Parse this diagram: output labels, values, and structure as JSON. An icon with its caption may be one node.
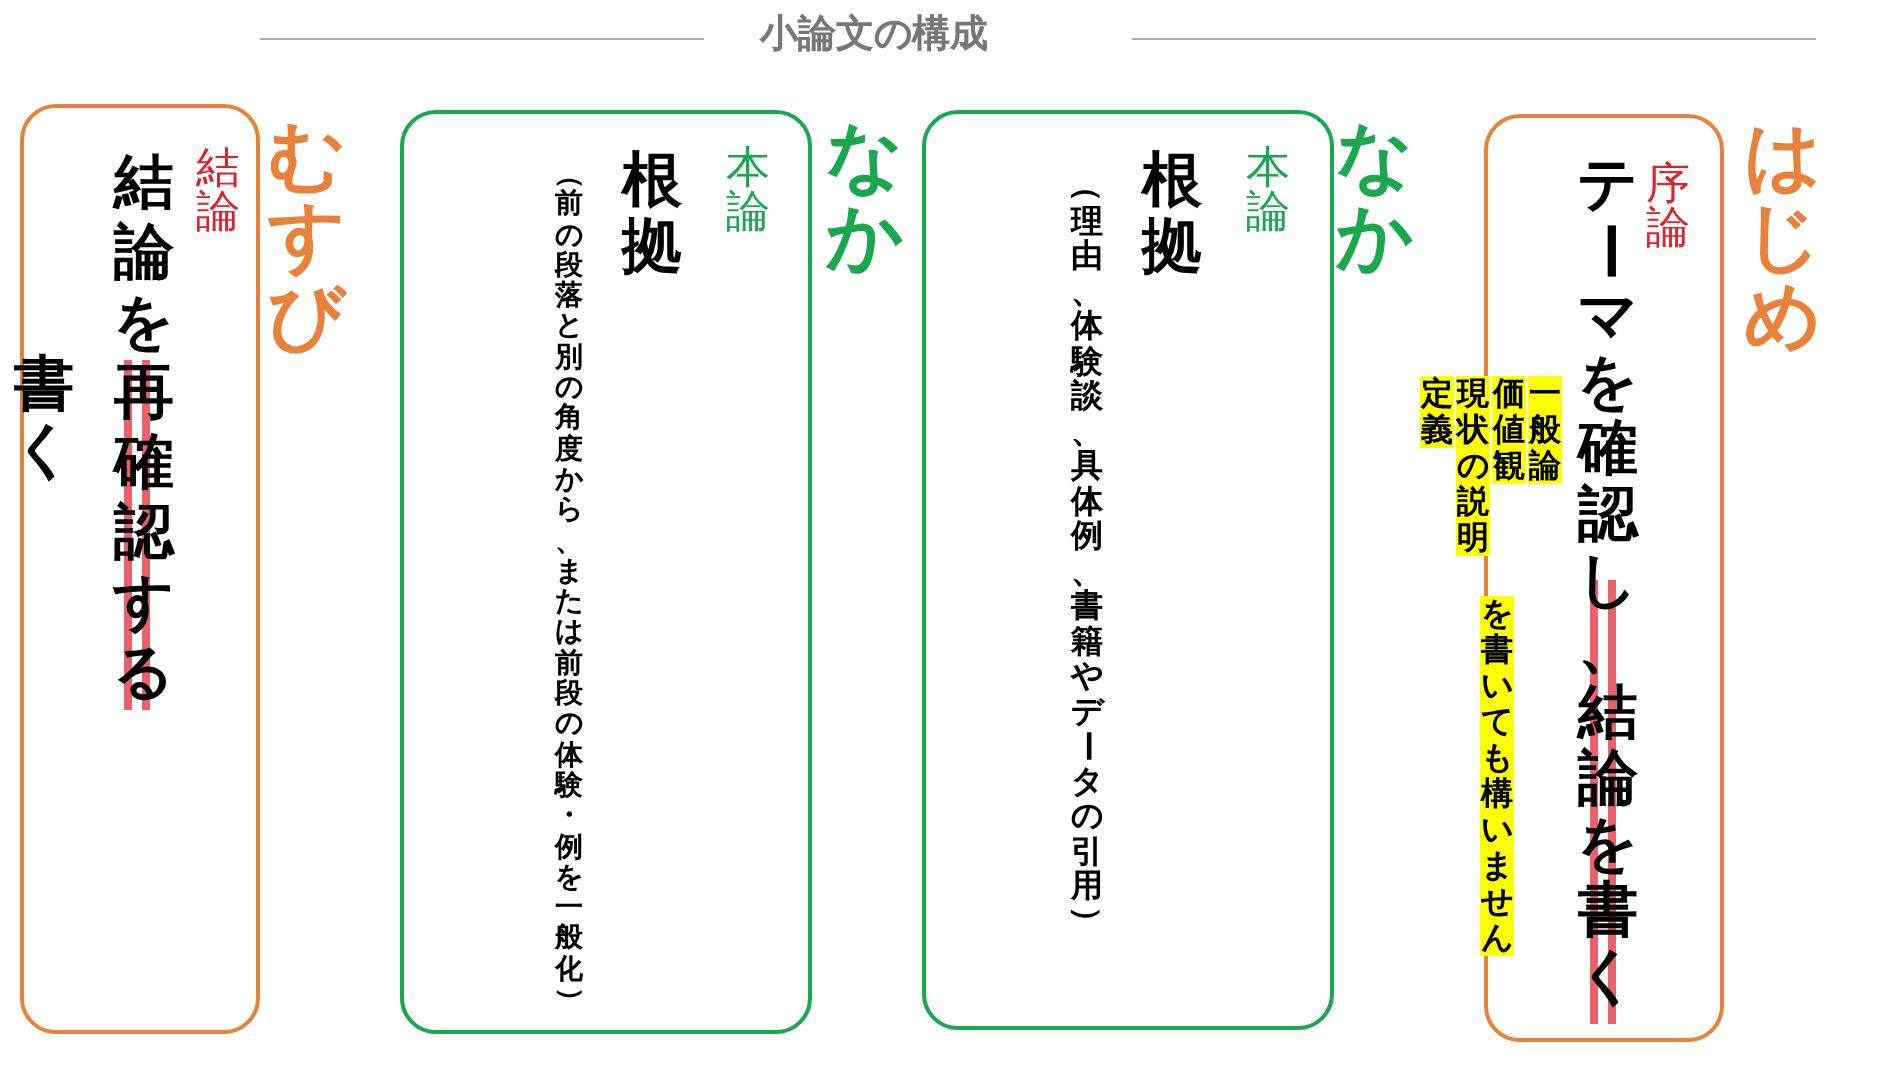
{
  "diagram": {
    "title": "小論文の構成",
    "nodes": [
      {
        "text": [
          "はじめ",
          "序論",
          "テーマを確認し、結論を書く",
          "一般論",
          "価値観",
          "現状の説明",
          "定義",
          "を書いても構いません"
        ]
      },
      {
        "text": [
          "なか",
          "本論",
          "根拠",
          "（理由、体験談、具体例、書籍やデータの引用）"
        ]
      },
      {
        "text": [
          "なか",
          "本論",
          "根拠",
          "（前の段落と別の角度から、または前段の体験・例を一般化）"
        ]
      },
      {
        "text": [
          "むすび",
          "結論",
          "結論を再確認する",
          "書く"
        ]
      }
    ],
    "edges": []
  }
}
